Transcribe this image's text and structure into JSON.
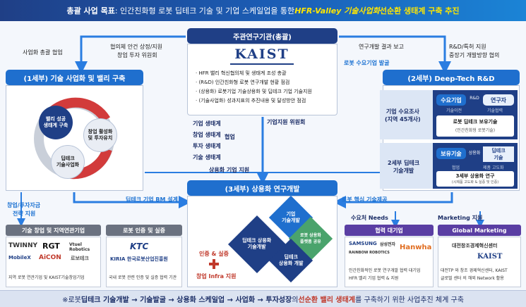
{
  "header": {
    "lead": "총괄 사업 목표",
    "mid": ": 인간친화형 로봇 딥테크 기술 및 기업 스케일업을 통한 ",
    "highlight": "HFR-Valley 기술사업화",
    "tail": " 선순환 생태계 구축 추진"
  },
  "kaist": {
    "title": "주관연구기관(총괄)",
    "logo": "KAIST",
    "items": [
      "· HFR 밸리 혁신협의체 및 생태계 조성 총괄",
      "· (R&D) 인간친화형 로봇 연구개발 현황 점검",
      "· (상용화) 로봇기업 기술상용화 및 딥테크 기업 기술지원",
      "· (기술사업화) 성과지표의 추진내용 및 달성방안 점검"
    ]
  },
  "flows": {
    "top_left_1": "사업화 총괄 협업",
    "top_left_2": "협의체 안건 상정/지원",
    "top_left_3": "창업 투자 위원회",
    "top_right_1": "연구개발 결과 보고",
    "top_right_2": "R&D/특허 지원",
    "top_right_3": "중장기 개발방향 협의",
    "right_mid": "로봇 수요기업 발굴",
    "center_list": [
      "기업 생태계",
      "창업 생태계",
      "투자 생태계",
      "기술 생태계"
    ],
    "center_coop": "협업",
    "center_committee": "기업지원 위원회",
    "center_support": "상용화 기업 지원",
    "left_bm": "딥테크 기업 BM 설계",
    "right_tech": "로봇 핵심 기술제공",
    "left_fund_1": "창업/투자자금",
    "left_fund_2": "전략 지원",
    "needs": "수요처 Needs",
    "marketing": "Marketing 지원"
  },
  "s1": {
    "title": "(1세부) 기술 사업화 및 밸리 구축",
    "c1": "밸리 성공\n생태계 구축",
    "c2": "창업 활성화\n및 투자유치",
    "c3": "딥테크\n기술사업화"
  },
  "s2": {
    "title": "(2세부) Deep-Tech R&D",
    "row1_label": "기업 수요조사\n(지역 45개사)",
    "row1_a": "수요기업",
    "row1_mid": "R&D",
    "row1_b": "연구자",
    "row1_sub1": "기술이전",
    "row1_sub2": "기술협력",
    "row1_box": "로봇 딥테크 보유기술",
    "row1_box_sub": "(인간친화형 로봇기술)",
    "row2_label": "2세부 딥테크\n기술개발",
    "row2_a": "보유기술",
    "row2_mid": "상용화",
    "row2_b": "딥테크\n기술",
    "row2_sub1": "협업",
    "row2_sub2": "제품 고도화",
    "row2_box": "3세부 상용화 연구",
    "row2_box_sub": "(시제품 고도화 & 실증 및 인증)"
  },
  "s3": {
    "title": "(3세부) 상용화 연구개발",
    "d_center": "딥테크 상용화\n기술개발",
    "d_top": "기업\n기술개발",
    "d_right": "로봇 상용화\n플랫폼 공유",
    "d_bottom": "딥테크\n상용화 개발",
    "side_label": "인증 & 실증",
    "infra_label": "창업 Infra 지원"
  },
  "bottom": {
    "b1_title": "기술 창업 및 지역연관기업",
    "b1_logos": [
      "TWINNY",
      "RGT",
      "Vtuel Robotics",
      "MobileX",
      "AiCON",
      "로보테크"
    ],
    "b1_caption": "지역 로봇 연관기업 및 KAIST기술창업기업",
    "b2_title": "로봇 인증 및 실증",
    "b2_logos": [
      "KTC",
      "KIRIA 한국로봇산업진흥원"
    ],
    "b2_caption": "국내 로봇 관련 인증 및 실증 협력 기관",
    "b3_title": "협력 대기업",
    "b3_logos": [
      "SAMSUNG",
      "삼성전자",
      "RAINBOW ROBOTICS",
      "Hanwha"
    ],
    "b3_caption_1": "인간친화적인 로봇 연구개발 협력 대기업",
    "b3_caption_2": "HFR 밸리 기업 협력 & 지원",
    "b4_title": "Global Marketing",
    "b4_logos": [
      "대전창조경제혁신센터",
      "KAIST"
    ],
    "b4_caption_1": "대전TP 와 창조 경제혁신센터, KAIST",
    "b4_caption_2": "글로벌 센터 의 해외 Network 활용"
  },
  "footer": {
    "prefix": "※로봇 ",
    "chain": "딥테크 기술개발 → 기술발굴 → 상용화 스케일업 → 사업화 → 투자성장",
    "mid": "의 ",
    "highlight": "선순환 밸리 생태계",
    "suffix": "를 구축하기 위한 사업추진 체계 구축"
  },
  "colors": {
    "navy": "#1f3f86",
    "blue": "#1f6fce",
    "arrow": "#2a7de1",
    "accent_red": "#c0392b",
    "purple": "#5a3ea3",
    "green": "#4aa36c"
  }
}
